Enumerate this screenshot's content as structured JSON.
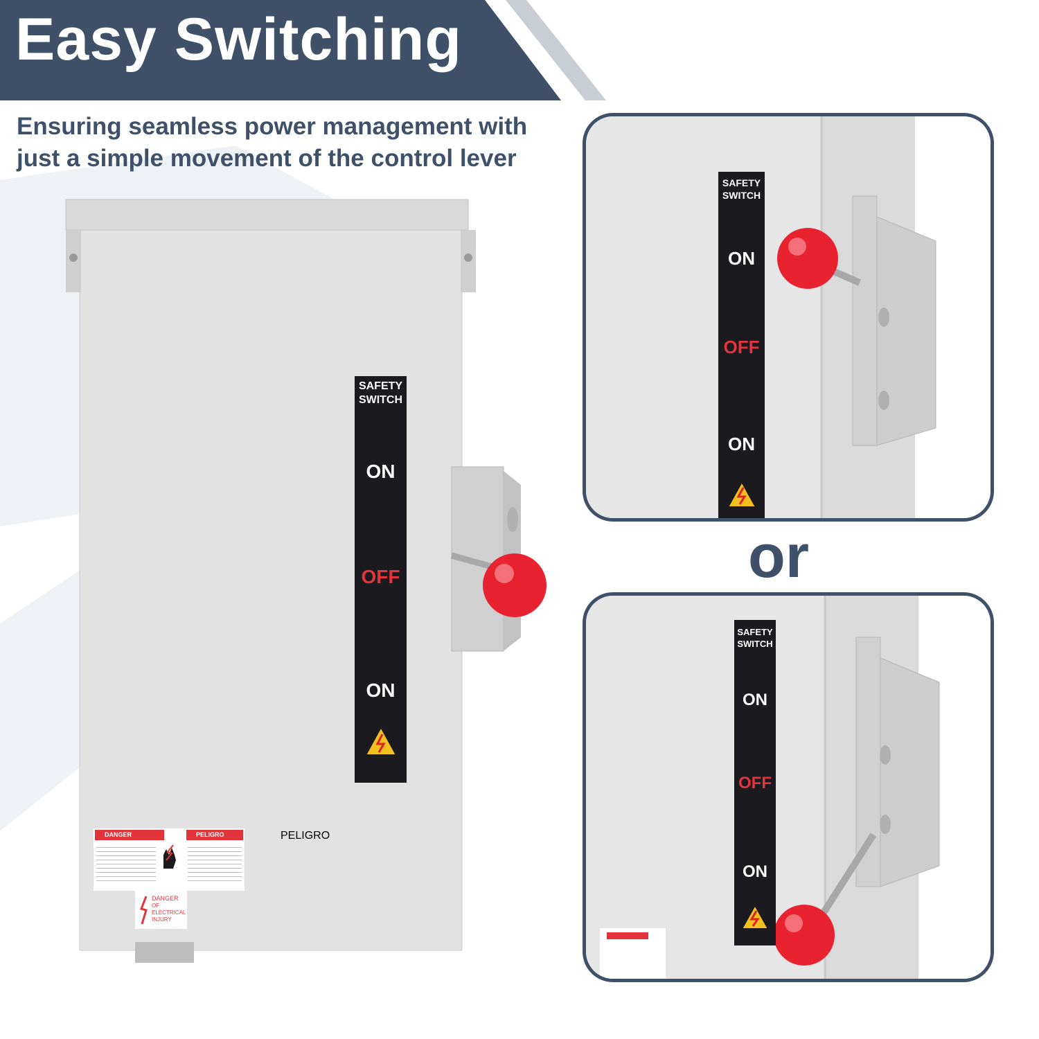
{
  "header": {
    "title": "Easy Switching",
    "subtitle": "Ensuring seamless power management with just a simple movement of the control lever"
  },
  "separator": {
    "text": "or"
  },
  "switch_label": {
    "brand_line1": "SAFETY",
    "brand_line2": "SWITCH",
    "on_top": "ON",
    "off": "OFF",
    "on_bottom": "ON"
  },
  "danger_sticker": {
    "danger": "DANGER",
    "peligro": "PELIGRO",
    "bottom_line1": "DANGER",
    "bottom_line2": "OF",
    "bottom_line3": "ELECTRICAL",
    "bottom_line4": "INJURY"
  },
  "colors": {
    "brand_navy": "#3f5069",
    "label_black": "#1a1a1f",
    "off_red": "#e3343c",
    "knob_red": "#e8232f",
    "enclosure_grey": "#e2e2e2"
  }
}
